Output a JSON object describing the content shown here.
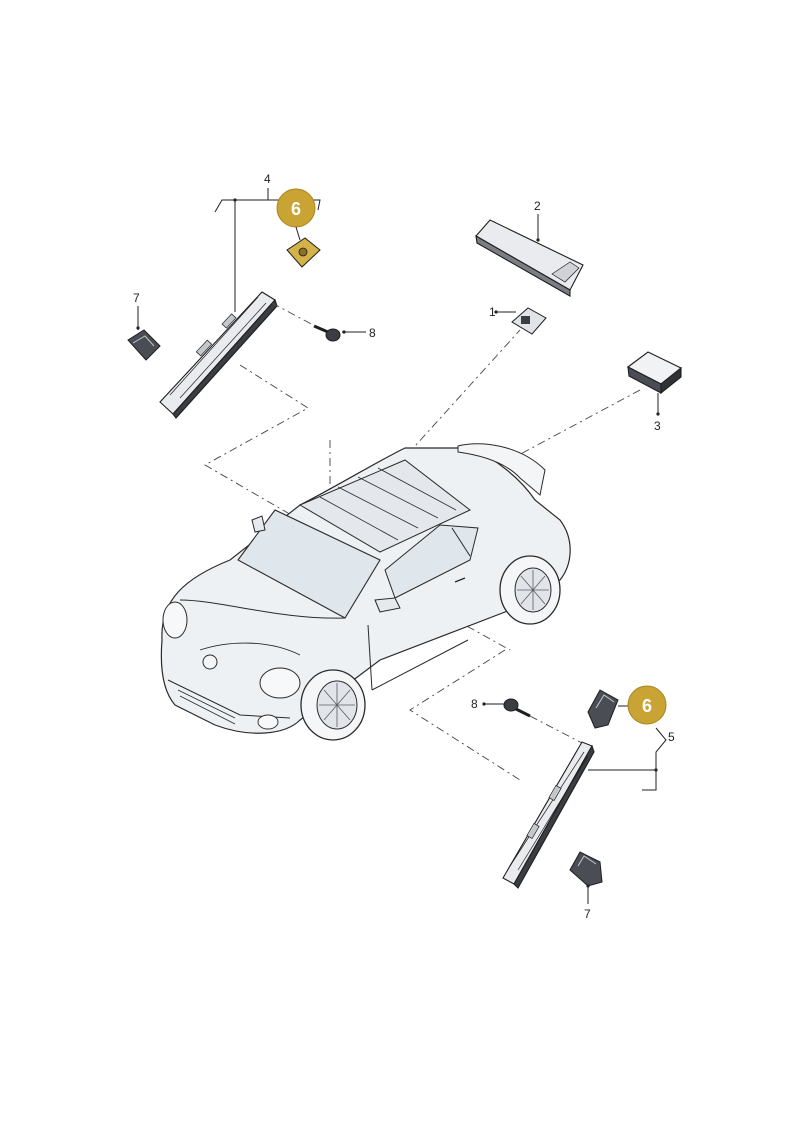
{
  "callouts": {
    "c1": "1",
    "c2": "2",
    "c3": "3",
    "c4": "4",
    "c5": "5",
    "c6_top": "6",
    "c6_bottom": "6",
    "c7_left": "7",
    "c7_bottom": "7",
    "c8_top": "8",
    "c8_bottom": "8"
  },
  "colors": {
    "badge": "#c9a435",
    "badge_border": "#a8861f",
    "highlight_part": "#d4b24a",
    "part_fill": "#e9ebee",
    "part_dark": "#3a3d42",
    "car_fill": "#eef1f4",
    "glass": "#dfe6ec"
  }
}
